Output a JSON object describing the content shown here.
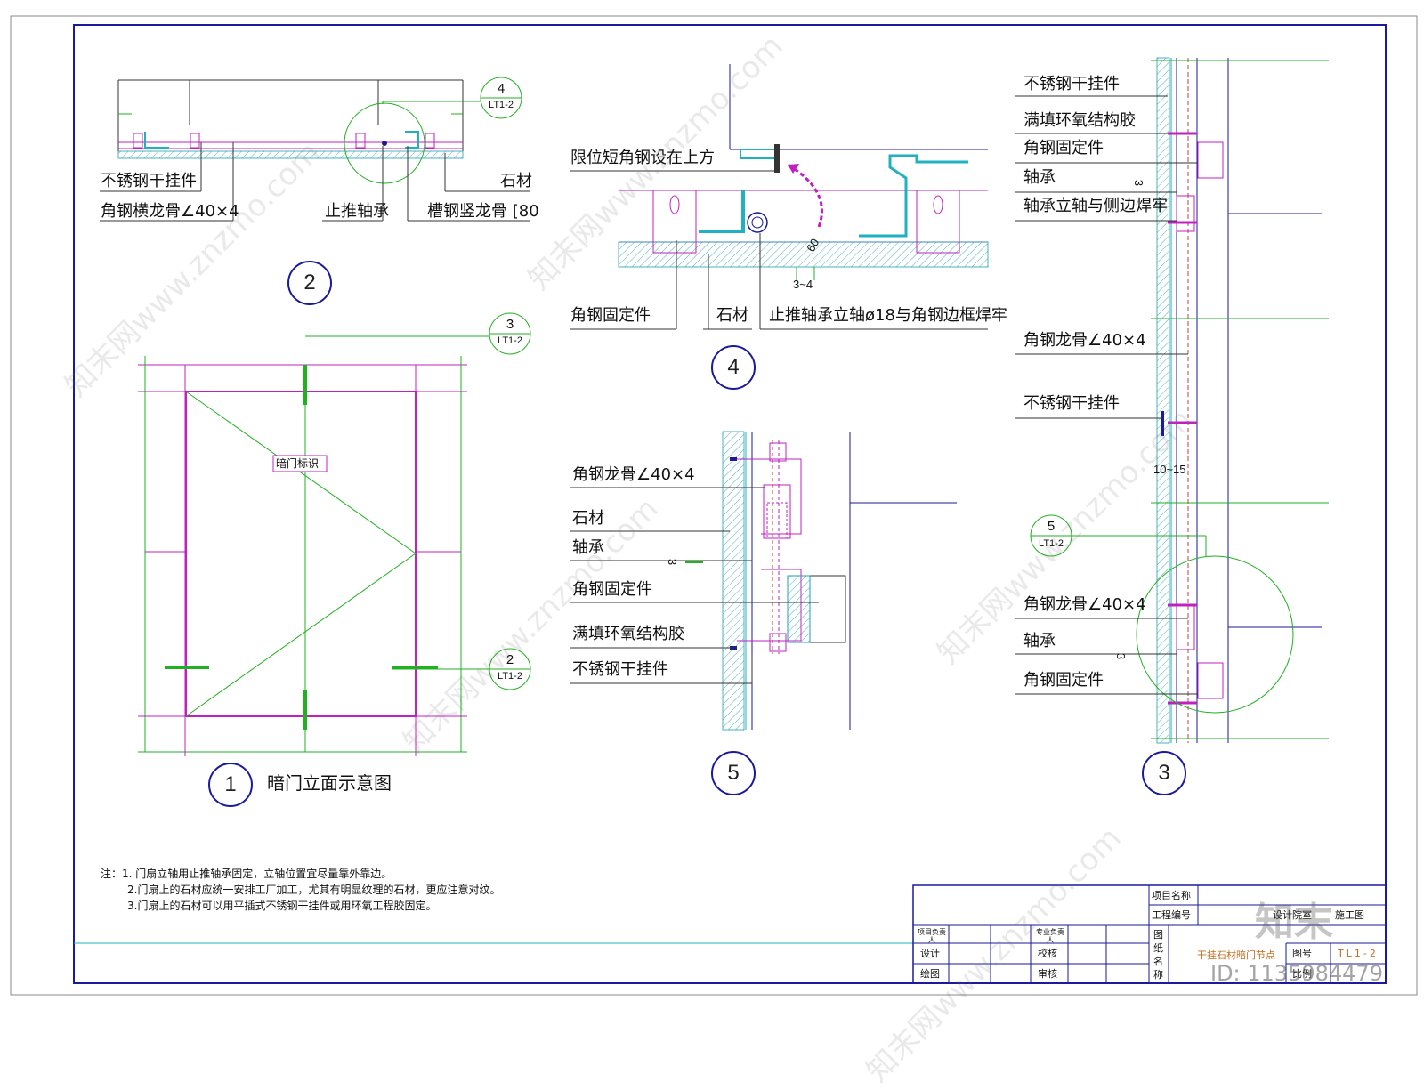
{
  "labels": {
    "d2_hanger": "不锈钢干挂件",
    "d2_angle": "角钢横龙骨∠40×4",
    "d2_bearing": "止推轴承",
    "d2_stone": "石材",
    "d2_channel": "槽钢竖龙骨 [80",
    "d4_limit": "限位短角钢设在上方",
    "d4_fix": "角钢固定件",
    "d4_stone": "石材",
    "d4_axle": "止推轴承立轴ø18与角钢边框焊牢",
    "d5_angle": "角钢龙骨∠40×4",
    "d5_stone": "石材",
    "d5_bearing": "轴承",
    "d5_fix": "角钢固定件",
    "d5_epoxy": "满填环氧结构胶",
    "d5_hanger": "不锈钢干挂件",
    "d3_hanger": "不锈钢干挂件",
    "d3_epoxy": "满填环氧结构胶",
    "d3_fix": "角钢固定件",
    "d3_bearing": "轴承",
    "d3_weld": "轴承立轴与侧边焊牢",
    "d3_angle": "角钢龙骨∠40×4",
    "d3_hanger2": "不锈钢干挂件",
    "d3_angle2": "角钢龙骨∠40×4",
    "d3_bearing2": "轴承",
    "d3_fix2": "角钢固定件",
    "d1_mark": "暗门标识",
    "d1_title": "暗门立面示意图"
  },
  "dims": {
    "d4_gap": "3~4",
    "d4_angle": "60",
    "d3_gap": "10~15",
    "d5_gap": "3",
    "d3_gap2": "3",
    "d3_gap3": "3"
  },
  "circles": {
    "c1": "1",
    "c2": "2",
    "c3": "3",
    "c4": "4",
    "c5": "5"
  },
  "tags": {
    "t4": {
      "num": "4",
      "ref": "LT1-2"
    },
    "t3": {
      "num": "3",
      "ref": "LT1-2"
    },
    "t2": {
      "num": "2",
      "ref": "LT1-2"
    },
    "t5": {
      "num": "5",
      "ref": "LT1-2"
    }
  },
  "notes": [
    "注：1. 门扇立轴用止推轴承固定，立轴位置宜尽量靠外靠边。",
    "2.门扇上的石材应统一安排工厂加工，尤其有明显纹理的石材，更应注意对纹。",
    "3.门扇上的石材可以用平插式不锈钢干挂件或用环氧工程胶固定。"
  ],
  "title_block": {
    "project_name": "项目名称",
    "project_no": "工程编号",
    "institute": "设计院室",
    "stage": "施工图",
    "proj_lead": "项目负责人",
    "spec_lead": "专业负责人",
    "design": "设计",
    "check": "校核",
    "draw": "绘图",
    "review": "审核",
    "drawing_name_label": "图纸名称",
    "drawing_name": "干挂石材暗门节点",
    "sheet_no_label": "图号",
    "sheet_no": "TL1-2",
    "scale": "比例"
  },
  "watermark": {
    "brand": "知末",
    "id": "ID: 1135984479",
    "site": "znzmo.com",
    "repeat_text": "知末网www.znzmo.com"
  },
  "colors": {
    "frame": "#1a1a9a",
    "magenta": "#c020c0",
    "green": "#20b020",
    "cyan": "#20b0c0",
    "circle": "#1a1a9a"
  }
}
